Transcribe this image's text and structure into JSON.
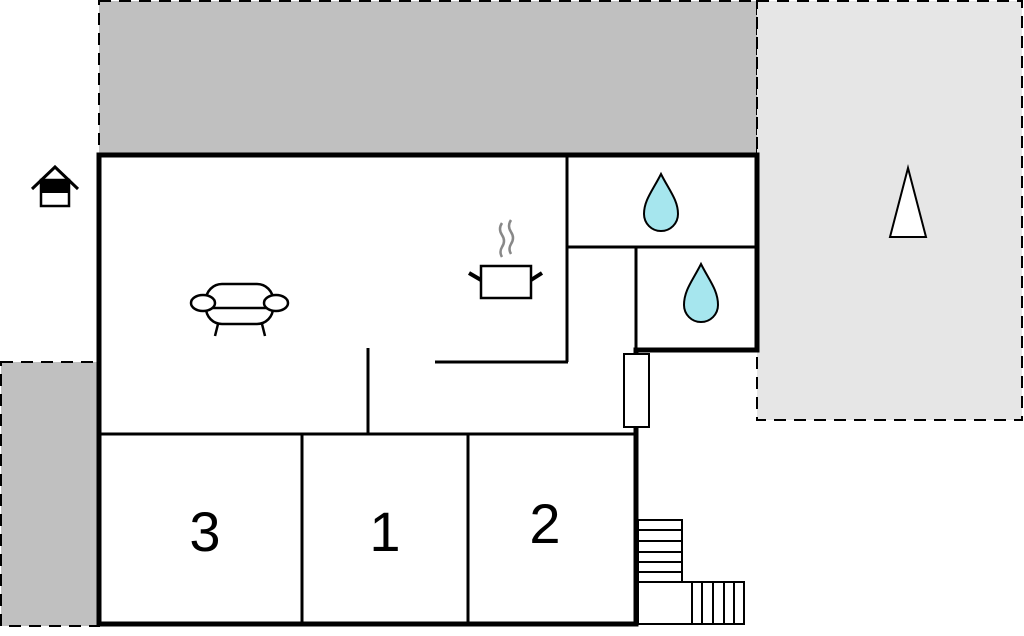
{
  "rooms": {
    "bedroom_a": "3",
    "bedroom_b": "1",
    "bedroom_c": "2"
  },
  "icons": [
    "house-entrance-icon",
    "sofa-icon",
    "cooking-pot-icon",
    "water-drop-icon",
    "water-drop-icon",
    "tent-icon",
    "stairs-icon",
    "door-icon"
  ],
  "colors": {
    "terrace_dark": "#c0c0c0",
    "terrace_light": "#e6e6e6",
    "water": "#a6e6ee",
    "wall": "#000000"
  }
}
